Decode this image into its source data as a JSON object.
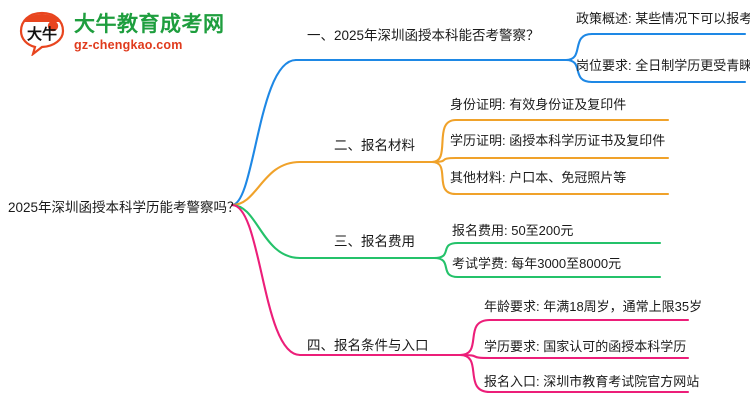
{
  "logo": {
    "mark_text": "大牛",
    "title": "大牛教育成考网",
    "domain": "gz-chengkao.com",
    "title_color": "#1e9e3e",
    "domain_color": "#e03a1c"
  },
  "mindmap": {
    "root": "2025年深圳函授本科学历能考警察吗？",
    "branches": [
      {
        "label": "一、2025年深圳函授本科能否考警察？",
        "color": "#1e88e5",
        "leaves": [
          "政策概述: 某些情况下可以报考",
          "岗位要求: 全日制学历更受青睐"
        ]
      },
      {
        "label": "二、报名材料",
        "color": "#f0a22a",
        "leaves": [
          "身份证明: 有效身份证及复印件",
          "学历证明: 函授本科学历证书及复印件",
          "其他材料: 户口本、免冠照片等"
        ]
      },
      {
        "label": "三、报名费用",
        "color": "#24c26a",
        "leaves": [
          "报名费用: 50至200元",
          "考试学费: 每年3000至8000元"
        ]
      },
      {
        "label": "四、报名条件与入口",
        "color": "#ec1e79",
        "leaves": [
          "年龄要求: 年满18周岁，通常上限35岁",
          "学历要求: 国家认可的函授本科学历",
          "报名入口: 深圳市教育考试院官方网站"
        ]
      }
    ]
  }
}
